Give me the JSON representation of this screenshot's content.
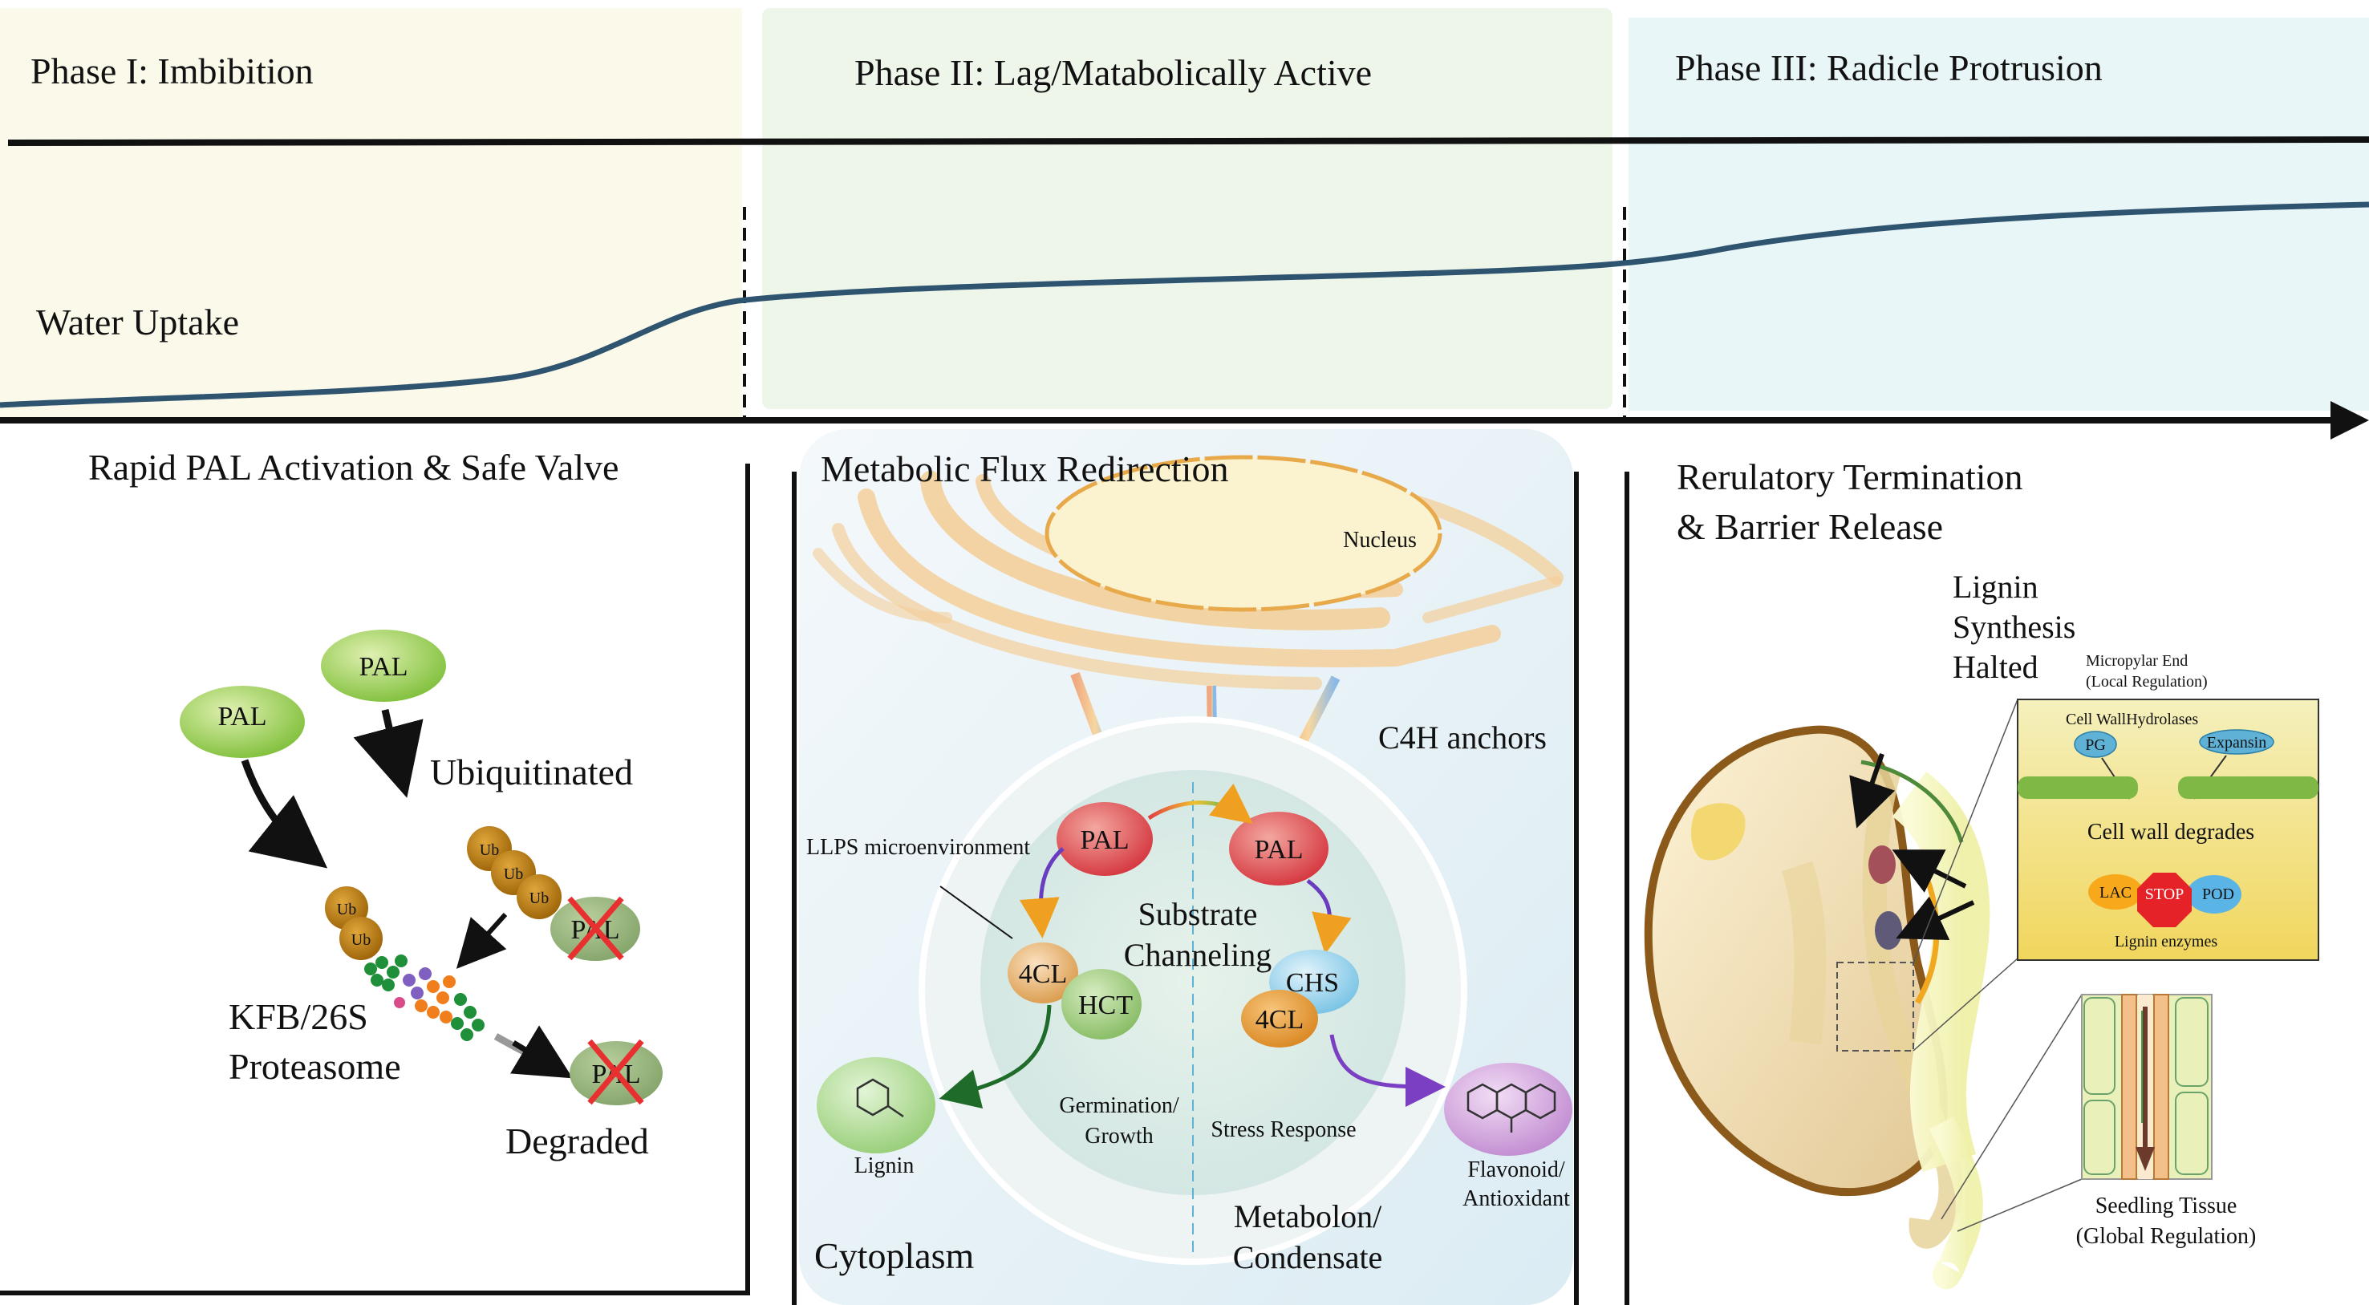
{
  "phases": [
    {
      "label": "Phase I:  Imbibition"
    },
    {
      "label": "Phase II:  Lag/Matabolically Active"
    },
    {
      "label": "Phase III:  Radicle Protrusion"
    }
  ],
  "water_uptake_label": "Water Uptake",
  "colors": {
    "phase1_bg": "#fbf9ea",
    "phase2_bg": "#eef6ea",
    "phase3_bg": "#e9f6f8",
    "water_curve": "#2f5470",
    "pal_green": "#8cc63f",
    "pal_red": "#d9363e",
    "ub_brown": "#b5790f",
    "flavonoid_purple": "#c98bd0",
    "lignin_green": "#9fd07b",
    "stop_red": "#e52228",
    "lac_orange": "#f7a81b",
    "pod_blue": "#5ab4e5"
  },
  "panel1": {
    "title": "Rapid PAL Activation & Safe Valve",
    "pal_top": "PAL",
    "pal_left": "PAL",
    "ubiquitinated": "Ubiquitinated",
    "ub_tag": "Ub",
    "pal_crossed": "PAL",
    "proteasome_line1": "KFB/26S",
    "proteasome_line2": "Proteasome",
    "degraded": "Degraded",
    "icons": [
      "proteasome-icon",
      "cross-mark-icon"
    ]
  },
  "panel2": {
    "title": "Metabolic Flux Redirection",
    "nucleus": "Nucleus",
    "c4h_anchors": "C4H anchors",
    "llps": "LLPS microenvironment",
    "pal1": "PAL",
    "pal2": "PAL",
    "substrate_line1": "Substrate",
    "substrate_line2": "Channeling",
    "fourcl_left": "4CL",
    "hct": "HCT",
    "chs": "CHS",
    "fourcl_right": "4CL",
    "germination_line1": "Germination/",
    "germination_line2": "Growth",
    "stress_response": "Stress Response",
    "lignin": "Lignin",
    "flavonoid_line1": "Flavonoid/",
    "flavonoid_line2": "Antioxidant",
    "metabolon_line1": "Metabolon/",
    "metabolon_line2": "Condensate",
    "cytoplasm": "Cytoplasm",
    "icons": [
      "endoplasmic-reticulum-icon",
      "benzene-ring-icon",
      "flavonoid-structure-icon"
    ]
  },
  "panel3": {
    "title_line1": "Rerulatory Termination",
    "title_line2": "& Barrier Release",
    "lignin_line1": "Lignin",
    "lignin_line2": "Synthesis",
    "lignin_line3": "Halted",
    "micropylar_line1": "Micropylar End",
    "micropylar_line2": "(Local Regulation)",
    "hydrolases": "Cell WallHydrolases",
    "pg": "PG",
    "expansin": "Expansin",
    "cell_wall_degrades": "Cell wall degrades",
    "lac": "LAC",
    "stop": "STOP",
    "pod": "POD",
    "lignin_enzymes": "Lignin enzymes",
    "seedling_line1": "Seedling Tissue",
    "seedling_line2": "(Global Regulation)",
    "icons": [
      "seed-icon",
      "stop-sign-icon",
      "vascular-tissue-icon"
    ]
  }
}
